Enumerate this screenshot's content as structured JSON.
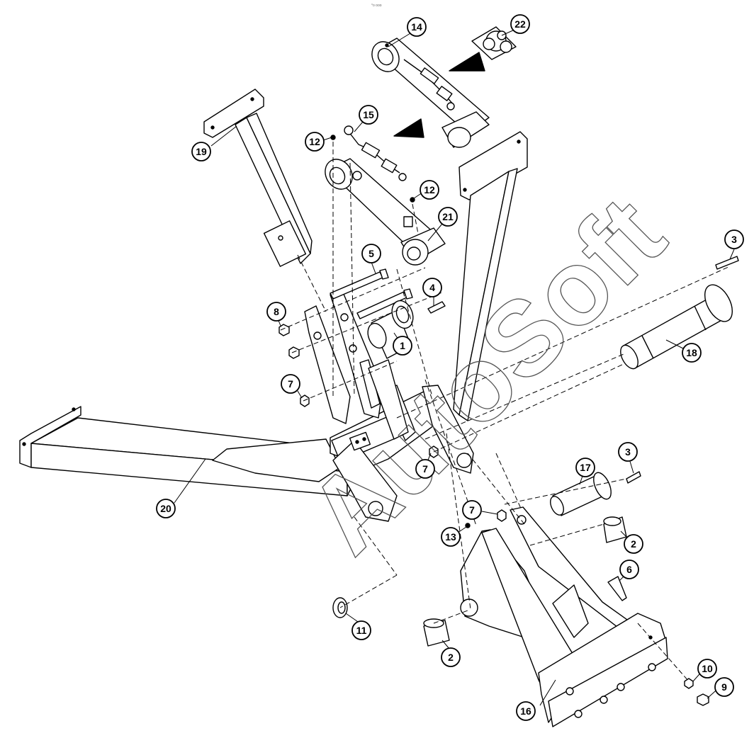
{
  "watermark": "AutoSoft",
  "top_mark": "°o ooo",
  "callouts": [
    {
      "id": "c14",
      "label": "14"
    },
    {
      "id": "c22",
      "label": "22"
    },
    {
      "id": "c15",
      "label": "15"
    },
    {
      "id": "c12a",
      "label": "12"
    },
    {
      "id": "c12b",
      "label": "12"
    },
    {
      "id": "c19",
      "label": "19"
    },
    {
      "id": "c21",
      "label": "21"
    },
    {
      "id": "c3a",
      "label": "3"
    },
    {
      "id": "c5",
      "label": "5"
    },
    {
      "id": "c4",
      "label": "4"
    },
    {
      "id": "c8",
      "label": "8"
    },
    {
      "id": "c1",
      "label": "1"
    },
    {
      "id": "c18",
      "label": "18"
    },
    {
      "id": "c7a",
      "label": "7"
    },
    {
      "id": "c7b",
      "label": "7"
    },
    {
      "id": "c7c",
      "label": "7"
    },
    {
      "id": "c3b",
      "label": "3"
    },
    {
      "id": "c17",
      "label": "17"
    },
    {
      "id": "c20",
      "label": "20"
    },
    {
      "id": "c13",
      "label": "13"
    },
    {
      "id": "c2a",
      "label": "2"
    },
    {
      "id": "c6",
      "label": "6"
    },
    {
      "id": "c11",
      "label": "11"
    },
    {
      "id": "c2b",
      "label": "2"
    },
    {
      "id": "c10",
      "label": "10"
    },
    {
      "id": "c9",
      "label": "9"
    },
    {
      "id": "c16",
      "label": "16"
    }
  ]
}
